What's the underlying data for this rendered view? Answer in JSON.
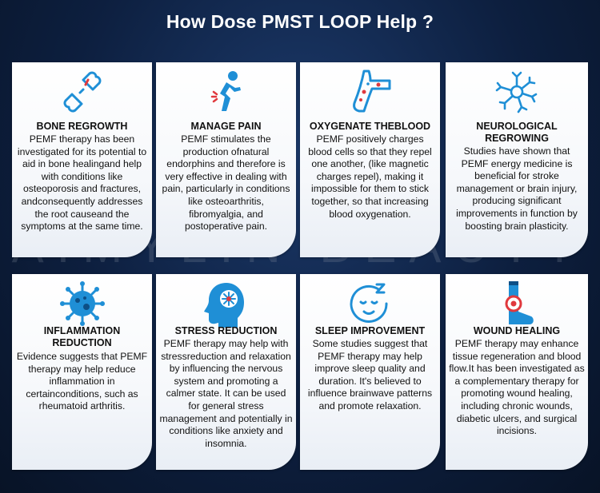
{
  "header": {
    "title": "How Dose PMST LOOP Help ?"
  },
  "watermark": "AIMYLIN BEAUTY",
  "colors": {
    "accent": "#1f8fd6",
    "highlight": "#e0393e",
    "background": "#0d1f3f"
  },
  "cards": [
    {
      "icon": "bone-joint-icon",
      "title": "BONE REGROWTH",
      "body": "PEMF therapy has been investigated for its potential to aid in bone healingand help with conditions like osteoporosis and fractures, andconsequently addresses the root causeand the symptoms at the same time."
    },
    {
      "icon": "knee-pain-icon",
      "title": "MANAGE PAIN",
      "body": "PEMF stimulates the production ofnatural endorphins and therefore is very effective in dealing with pain, particularly in conditions like osteoarthritis, fibromyalgia, and postoperative pain."
    },
    {
      "icon": "blood-vessel-icon",
      "title": "OXYGENATE THEBLOOD",
      "body": "PEMF positively charges blood cells so that they repel one another, (like magnetic charges repel), making it impossible for them to stick together, so that increasing blood oxygenation."
    },
    {
      "icon": "neuron-icon",
      "title": "NEUROLOGICAL REGROWING",
      "body": "Studies have shown that PEMF energy medicine is beneficial for stroke management or brain injury, producing significant improvements in function by boosting brain plasticity."
    },
    {
      "icon": "virus-icon",
      "title": "INFLAMMATION REDUCTION",
      "body": "Evidence suggests that PEMF therapy may help reduce inflammation in certainconditions, such as rheumatoid arthritis."
    },
    {
      "icon": "head-brain-icon",
      "title": "STRESS REDUCTION",
      "body": "PEMF therapy may help with stressreduction and relaxation by influencing the nervous system and promoting a calmer state. It can be used for general stress management and potentially in conditions like anxiety and insomnia."
    },
    {
      "icon": "sleep-face-icon",
      "title": "SLEEP IMPROVEMENT",
      "body": "Some studies suggest that PEMF therapy may help improve sleep quality and duration. It's believed to influence brainwave patterns and promote relaxation."
    },
    {
      "icon": "leg-wound-icon",
      "title": "WOUND HEALING",
      "body": "PEMF therapy may enhance tissue regeneration and blood flow.It has been investigated as a complementary therapy for promoting wound healing, including chronic wounds, diabetic ulcers, and surgical incisions."
    }
  ]
}
